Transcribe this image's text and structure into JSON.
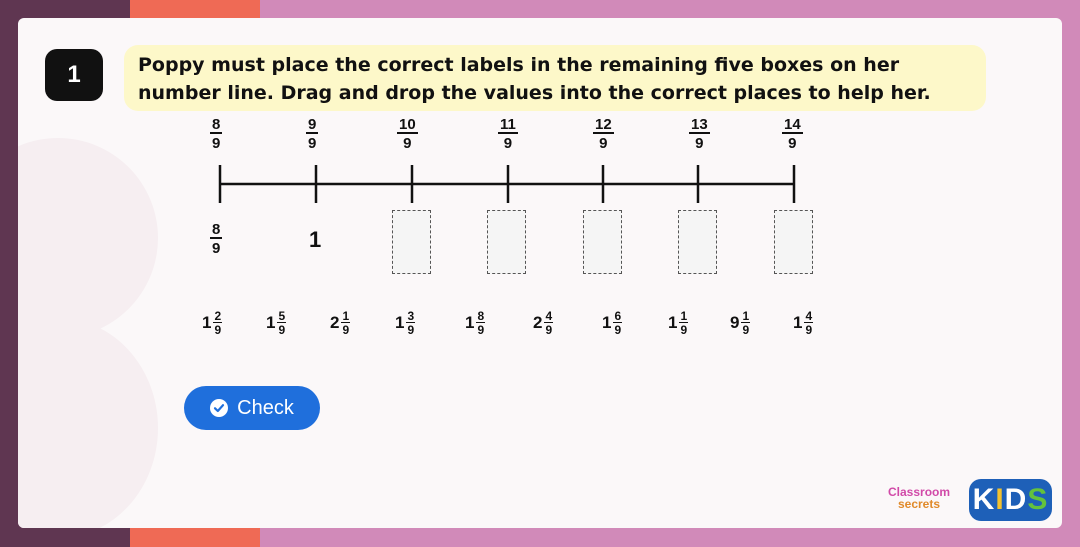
{
  "question": {
    "number": "1",
    "text_line1": "Poppy must place the correct labels in the remaining five boxes on her",
    "text_line2": "number line. Drag and drop the values into the correct places to help her."
  },
  "top_labels": [
    {
      "num": "8",
      "den": "9"
    },
    {
      "num": "9",
      "den": "9"
    },
    {
      "num": "10",
      "den": "9"
    },
    {
      "num": "11",
      "den": "9"
    },
    {
      "num": "12",
      "den": "9"
    },
    {
      "num": "13",
      "den": "9"
    },
    {
      "num": "14",
      "den": "9"
    }
  ],
  "bottom_labels": {
    "first": {
      "num": "8",
      "den": "9"
    },
    "second": "1"
  },
  "drag_options": [
    {
      "whole": "1",
      "num": "2",
      "den": "9"
    },
    {
      "whole": "1",
      "num": "5",
      "den": "9"
    },
    {
      "whole": "2",
      "num": "1",
      "den": "9"
    },
    {
      "whole": "1",
      "num": "3",
      "den": "9"
    },
    {
      "whole": "1",
      "num": "8",
      "den": "9"
    },
    {
      "whole": "2",
      "num": "4",
      "den": "9"
    },
    {
      "whole": "1",
      "num": "6",
      "den": "9"
    },
    {
      "whole": "1",
      "num": "1",
      "den": "9"
    },
    {
      "whole": "9",
      "num": "1",
      "den": "9"
    },
    {
      "whole": "1",
      "num": "4",
      "den": "9"
    }
  ],
  "check_button": {
    "label": "Check"
  },
  "branding": {
    "classroom": "Classroom",
    "secrets": "secrets",
    "kids": [
      "K",
      "I",
      "D",
      "S"
    ]
  },
  "colors": {
    "accent": "#1f6fdc",
    "prompt_bg": "#fdf8c9",
    "background_pink": "#d18ab9",
    "background_orange": "#ef6a55",
    "background_plum": "#5f3651"
  }
}
